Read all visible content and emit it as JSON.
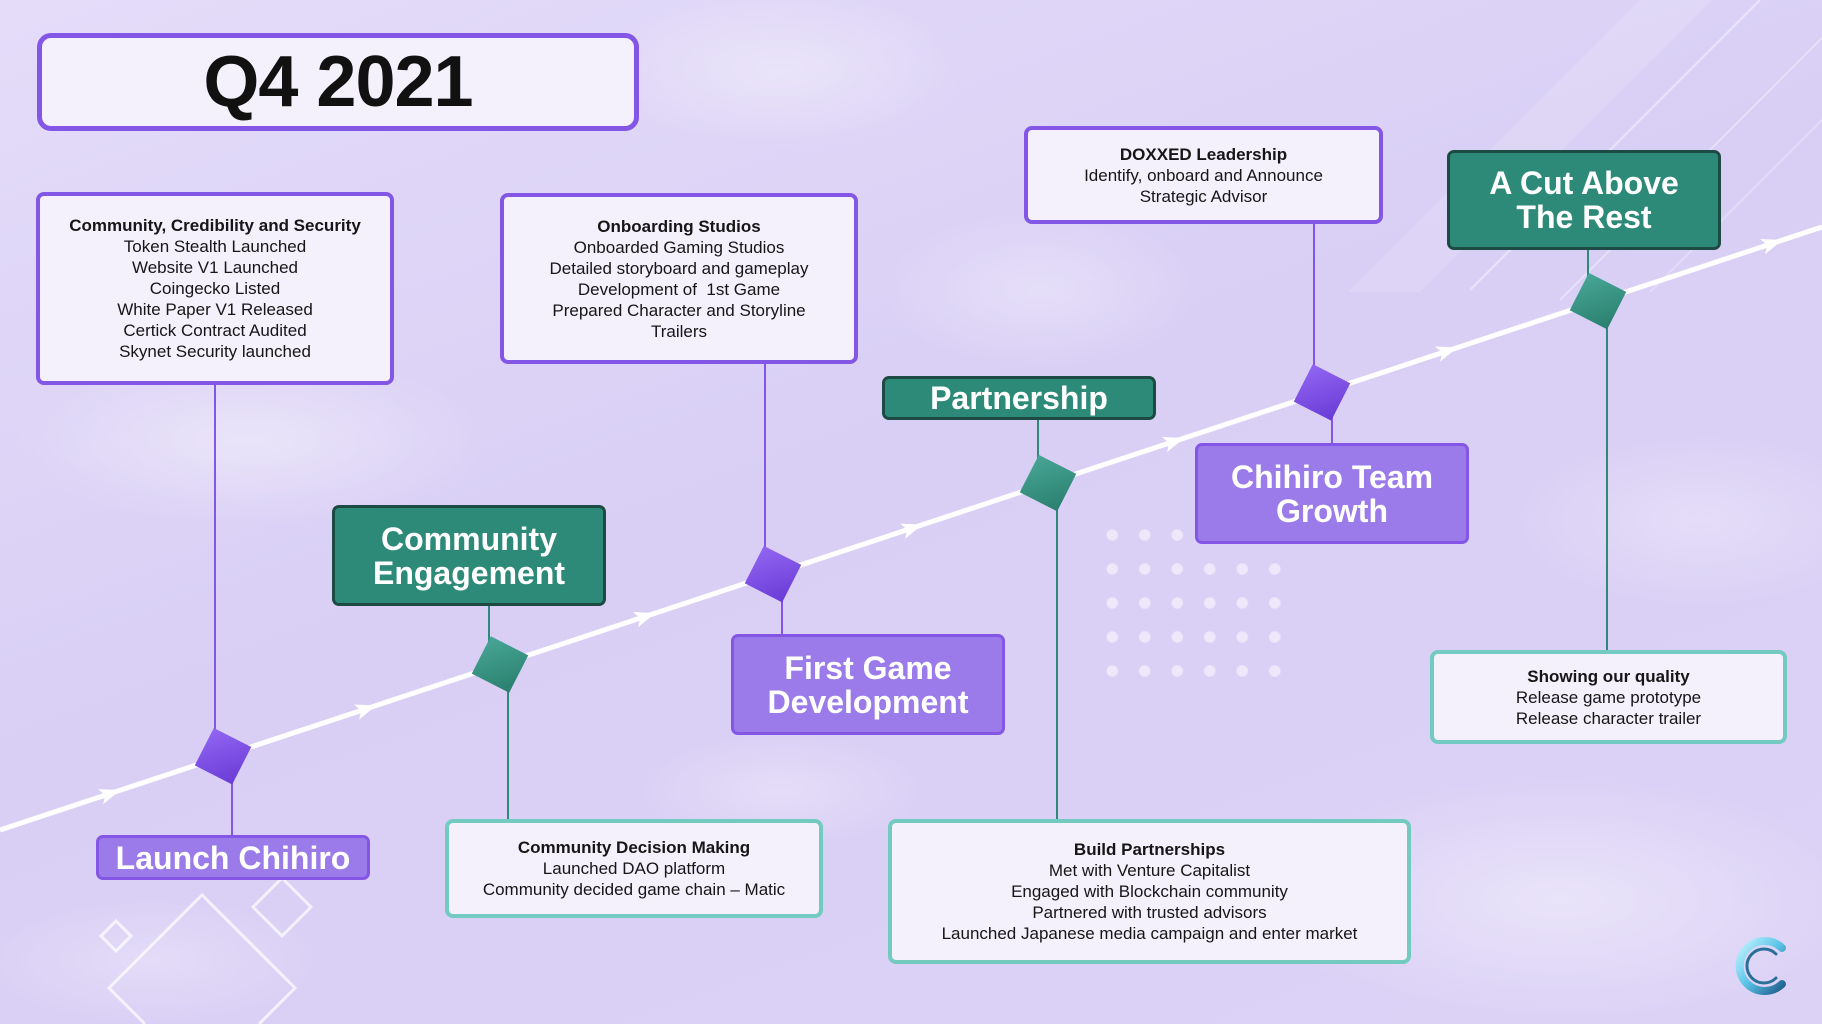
{
  "title": "Q4 2021",
  "colors": {
    "background": "#dcd3f6",
    "purple_accent": "#8456e5",
    "purple_fill": "#9b7bea",
    "teal_accent": "#2e8a78",
    "teal_dark": "#1d4b43",
    "teal_light": "#72cac0",
    "note_background": "#f4f0fc",
    "timeline": "#ffffff"
  },
  "milestones": [
    {
      "accent": "purple",
      "label": [
        "Launch Chihiro"
      ],
      "note": {
        "heading": "Community, Credibility and Security",
        "lines": [
          "Token Stealth Launched",
          "Website V1 Launched",
          "Coingecko Listed",
          "White Paper V1 Released",
          "Certick Contract Audited",
          "Skynet Security launched"
        ]
      }
    },
    {
      "accent": "teal",
      "label": [
        "Community",
        "Engagement"
      ],
      "note": {
        "heading": "Community Decision Making",
        "lines": [
          "Launched DAO platform",
          "Community decided game chain – Matic"
        ]
      }
    },
    {
      "accent": "purple",
      "label": [
        "First Game",
        "Development"
      ],
      "note": {
        "heading": "Onboarding Studios",
        "lines": [
          "Onboarded Gaming Studios",
          "Detailed storyboard and gameplay",
          "Development of  1st Game",
          "Prepared Character and Storyline",
          "Trailers"
        ]
      }
    },
    {
      "accent": "teal",
      "label": [
        "Partnership"
      ],
      "note": {
        "heading": "Build Partnerships",
        "lines": [
          "Met with Venture Capitalist",
          "Engaged with Blockchain community",
          "Partnered with trusted advisors",
          "Launched Japanese media campaign and enter market"
        ]
      }
    },
    {
      "accent": "purple",
      "label": [
        "Chihiro Team",
        "Growth"
      ],
      "note": {
        "heading": "DOXXED Leadership",
        "lines": [
          "Identify, onboard and Announce",
          "Strategic Advisor"
        ]
      }
    },
    {
      "accent": "teal",
      "label": [
        "A Cut Above",
        "The Rest"
      ],
      "note": {
        "heading": "Showing our quality",
        "lines": [
          "Release game prototype",
          "Release character trailer"
        ]
      }
    }
  ],
  "logo": {
    "icon": "chihiro-c-logo"
  }
}
